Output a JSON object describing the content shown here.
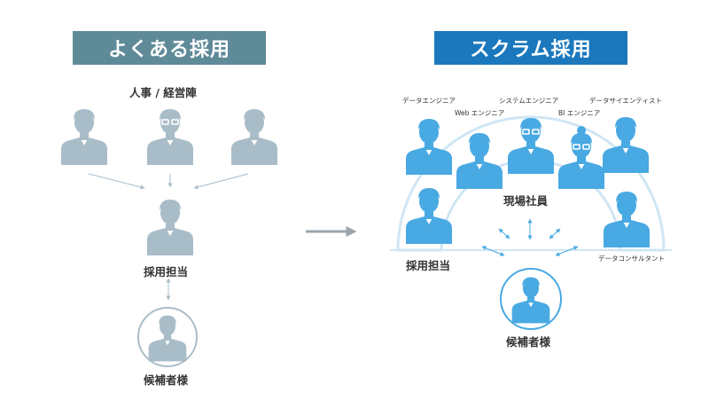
{
  "left": {
    "banner": "よくある採用",
    "top_group": "人事 / 経営陣",
    "middle": "採用担当",
    "bottom": "候補者様"
  },
  "right": {
    "banner": "スクラム採用",
    "roles": {
      "data_engineer": "データエンジニア",
      "web_engineer": "Web エンジニア",
      "system_engineer": "システムエンジニア",
      "bi_engineer": "BI エンジニア",
      "data_scientist": "データサイエンティスト",
      "data_consultant": "データコンサルタント"
    },
    "field_staff": "現場社員",
    "recruiter": "採用担当",
    "candidate": "候補者様"
  },
  "colors": {
    "left_banner": "#5f8a98",
    "right_banner": "#1b78bd",
    "grey_figure": "#a9bdc8",
    "blue_figure": "#49a9e2",
    "arc": "#cfe6f4"
  }
}
